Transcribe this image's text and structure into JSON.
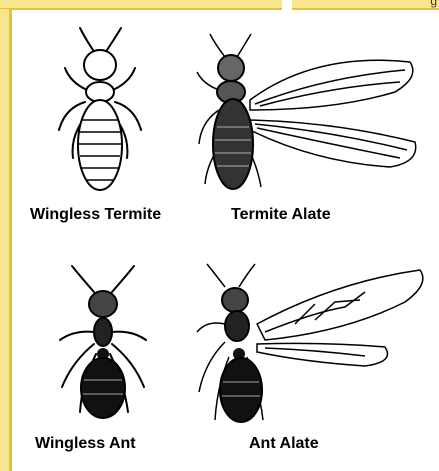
{
  "header": {
    "right_glyph": "g"
  },
  "figures": [
    {
      "caption": "Wingless Termite",
      "icon": "wingless-termite-illustration"
    },
    {
      "caption": "Termite Alate",
      "icon": "termite-alate-illustration"
    },
    {
      "caption": "Wingless Ant",
      "icon": "wingless-ant-illustration"
    },
    {
      "caption": "Ant Alate",
      "icon": "ant-alate-illustration"
    }
  ],
  "colors": {
    "accent": "#f7e68e",
    "accent_border": "#e0c23c",
    "ink": "#000000"
  }
}
